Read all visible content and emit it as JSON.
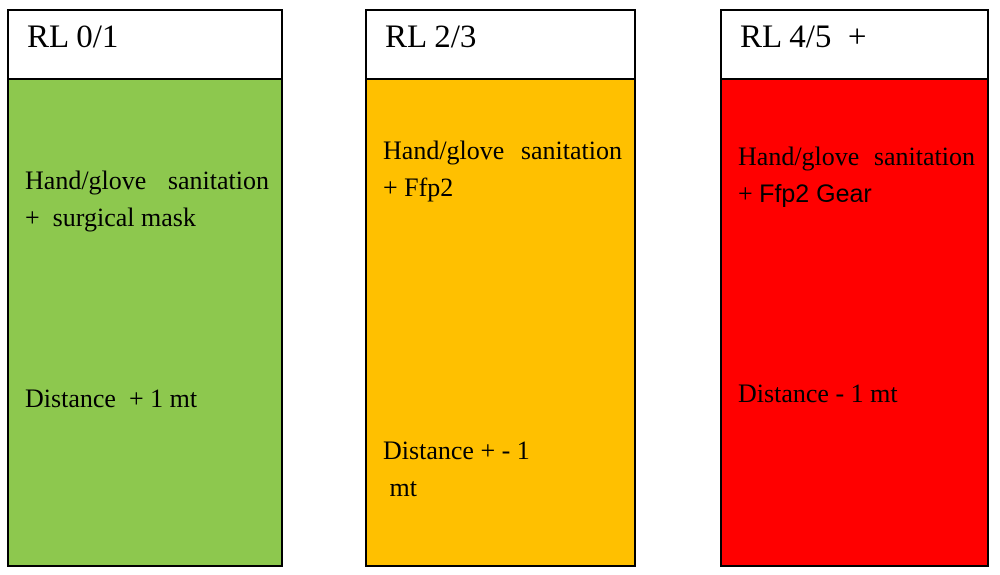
{
  "figure": {
    "title": "Risk level protective measures matrix",
    "type": "three-column-colored-card-matrix"
  },
  "cards": [
    {
      "id": "green",
      "header_label": "RL 0/1",
      "body_color": "#8DC84E",
      "header_color": "#FFFFFF",
      "border_color": "#000000",
      "ppe_text": "Hand/glove sanitation    +  surgical mask",
      "distance_text": "Distance  + 1 mt"
    },
    {
      "id": "orange",
      "header_label": "RL 2/3",
      "body_color": "#FFC000",
      "header_color": "#FFFFFF",
      "border_color": "#000000",
      "ppe_text": "Hand/glove sanitation  + Ffp2",
      "distance_text": "Distance + - 1\n mt"
    },
    {
      "id": "red",
      "header_label": "RL 4/5  +",
      "body_color": "#FF0000",
      "header_color": "#FFFFFF",
      "border_color": "#000000",
      "ppe_text_serif": "Hand/glove sanitation  + ",
      "ppe_text_sans": "Ffp2 Gear",
      "distance_text": "Distance - 1 mt"
    }
  ]
}
